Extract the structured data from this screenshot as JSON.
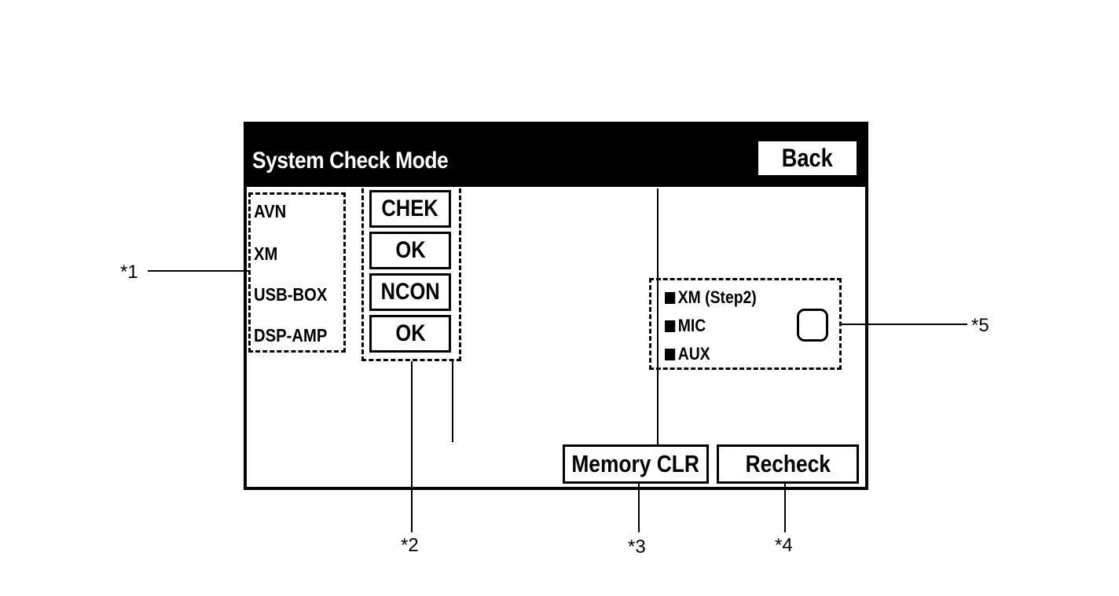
{
  "screen": {
    "title": "System Check Mode",
    "back_label": "Back"
  },
  "devices": [
    {
      "name": "AVN",
      "status": "CHEK"
    },
    {
      "name": "XM",
      "status": "OK"
    },
    {
      "name": "USB-BOX",
      "status": "NCON"
    },
    {
      "name": "DSP-AMP",
      "status": "OK"
    }
  ],
  "options": [
    "XM (Step2)",
    "MIC",
    "AUX"
  ],
  "buttons": {
    "memory_clr": "Memory CLR",
    "recheck": "Recheck"
  },
  "callouts": [
    "*1",
    "*2",
    "*3",
    "*4",
    "*5"
  ]
}
